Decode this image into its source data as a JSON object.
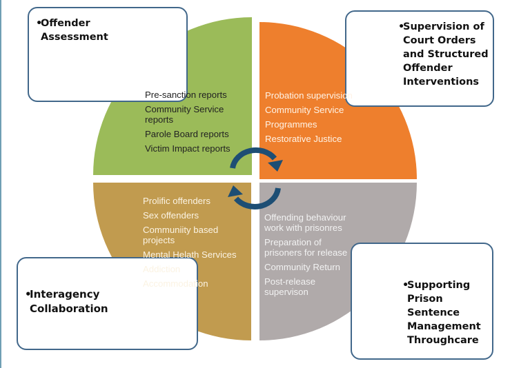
{
  "colors": {
    "green": "#9bbb59",
    "orange": "#ee7f2d",
    "tan": "#c19b4f",
    "gray": "#b0aaaa",
    "arrow": "#1d4e74",
    "box_border": "#41678a"
  },
  "boxes": {
    "top_left": {
      "bullet": "•",
      "lines": [
        "Offender",
        "Assessment"
      ]
    },
    "top_right": {
      "bullet": "•",
      "lines": [
        "Supervision of",
        "Court Orders",
        "and Structured",
        "Offender",
        "Interventions"
      ]
    },
    "bottom_left": {
      "bullet": "•",
      "lines": [
        "Interagency",
        "Collaboration"
      ]
    },
    "bottom_right": {
      "bullet": "•",
      "lines": [
        "Supporting",
        "Prison",
        "Sentence",
        "Management",
        "Throughcare"
      ]
    }
  },
  "quadrants": {
    "green": {
      "items": [
        "Pre-sanction reports",
        "Community Service\nreports",
        "Parole Board reports",
        "Victim Impact reports"
      ]
    },
    "orange": {
      "items": [
        "Probation supervision",
        "Community Service",
        "Programmes",
        "Restorative Justice"
      ]
    },
    "tan": {
      "items": [
        "Prolific offenders",
        "Sex offenders",
        "Communiity based\nprojects",
        "Mental Helath Services",
        "Addiction",
        "Accommodation"
      ]
    },
    "gray": {
      "items": [
        "Offending behaviour\nwork with prisonres",
        "Preparation of\nprisoners for release",
        "Community Return",
        "Post-release\nsupervison"
      ]
    }
  },
  "icons": {
    "cycle": "circular-arrows-icon"
  }
}
